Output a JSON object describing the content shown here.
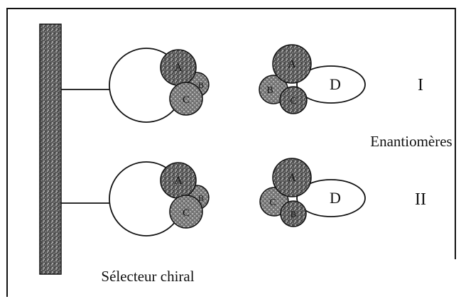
{
  "labels": {
    "selector": "Sélecteur chiral",
    "enantiomers": "Enantiomères",
    "row1": "I",
    "row2": "II"
  },
  "groups": {
    "a": "A",
    "b": "B",
    "c": "C",
    "d": "D"
  },
  "colors": {
    "stroke": "#111111",
    "texture_dark": "#4a4a4a",
    "texture_mid": "#8a8a8a",
    "background": "#ffffff"
  }
}
